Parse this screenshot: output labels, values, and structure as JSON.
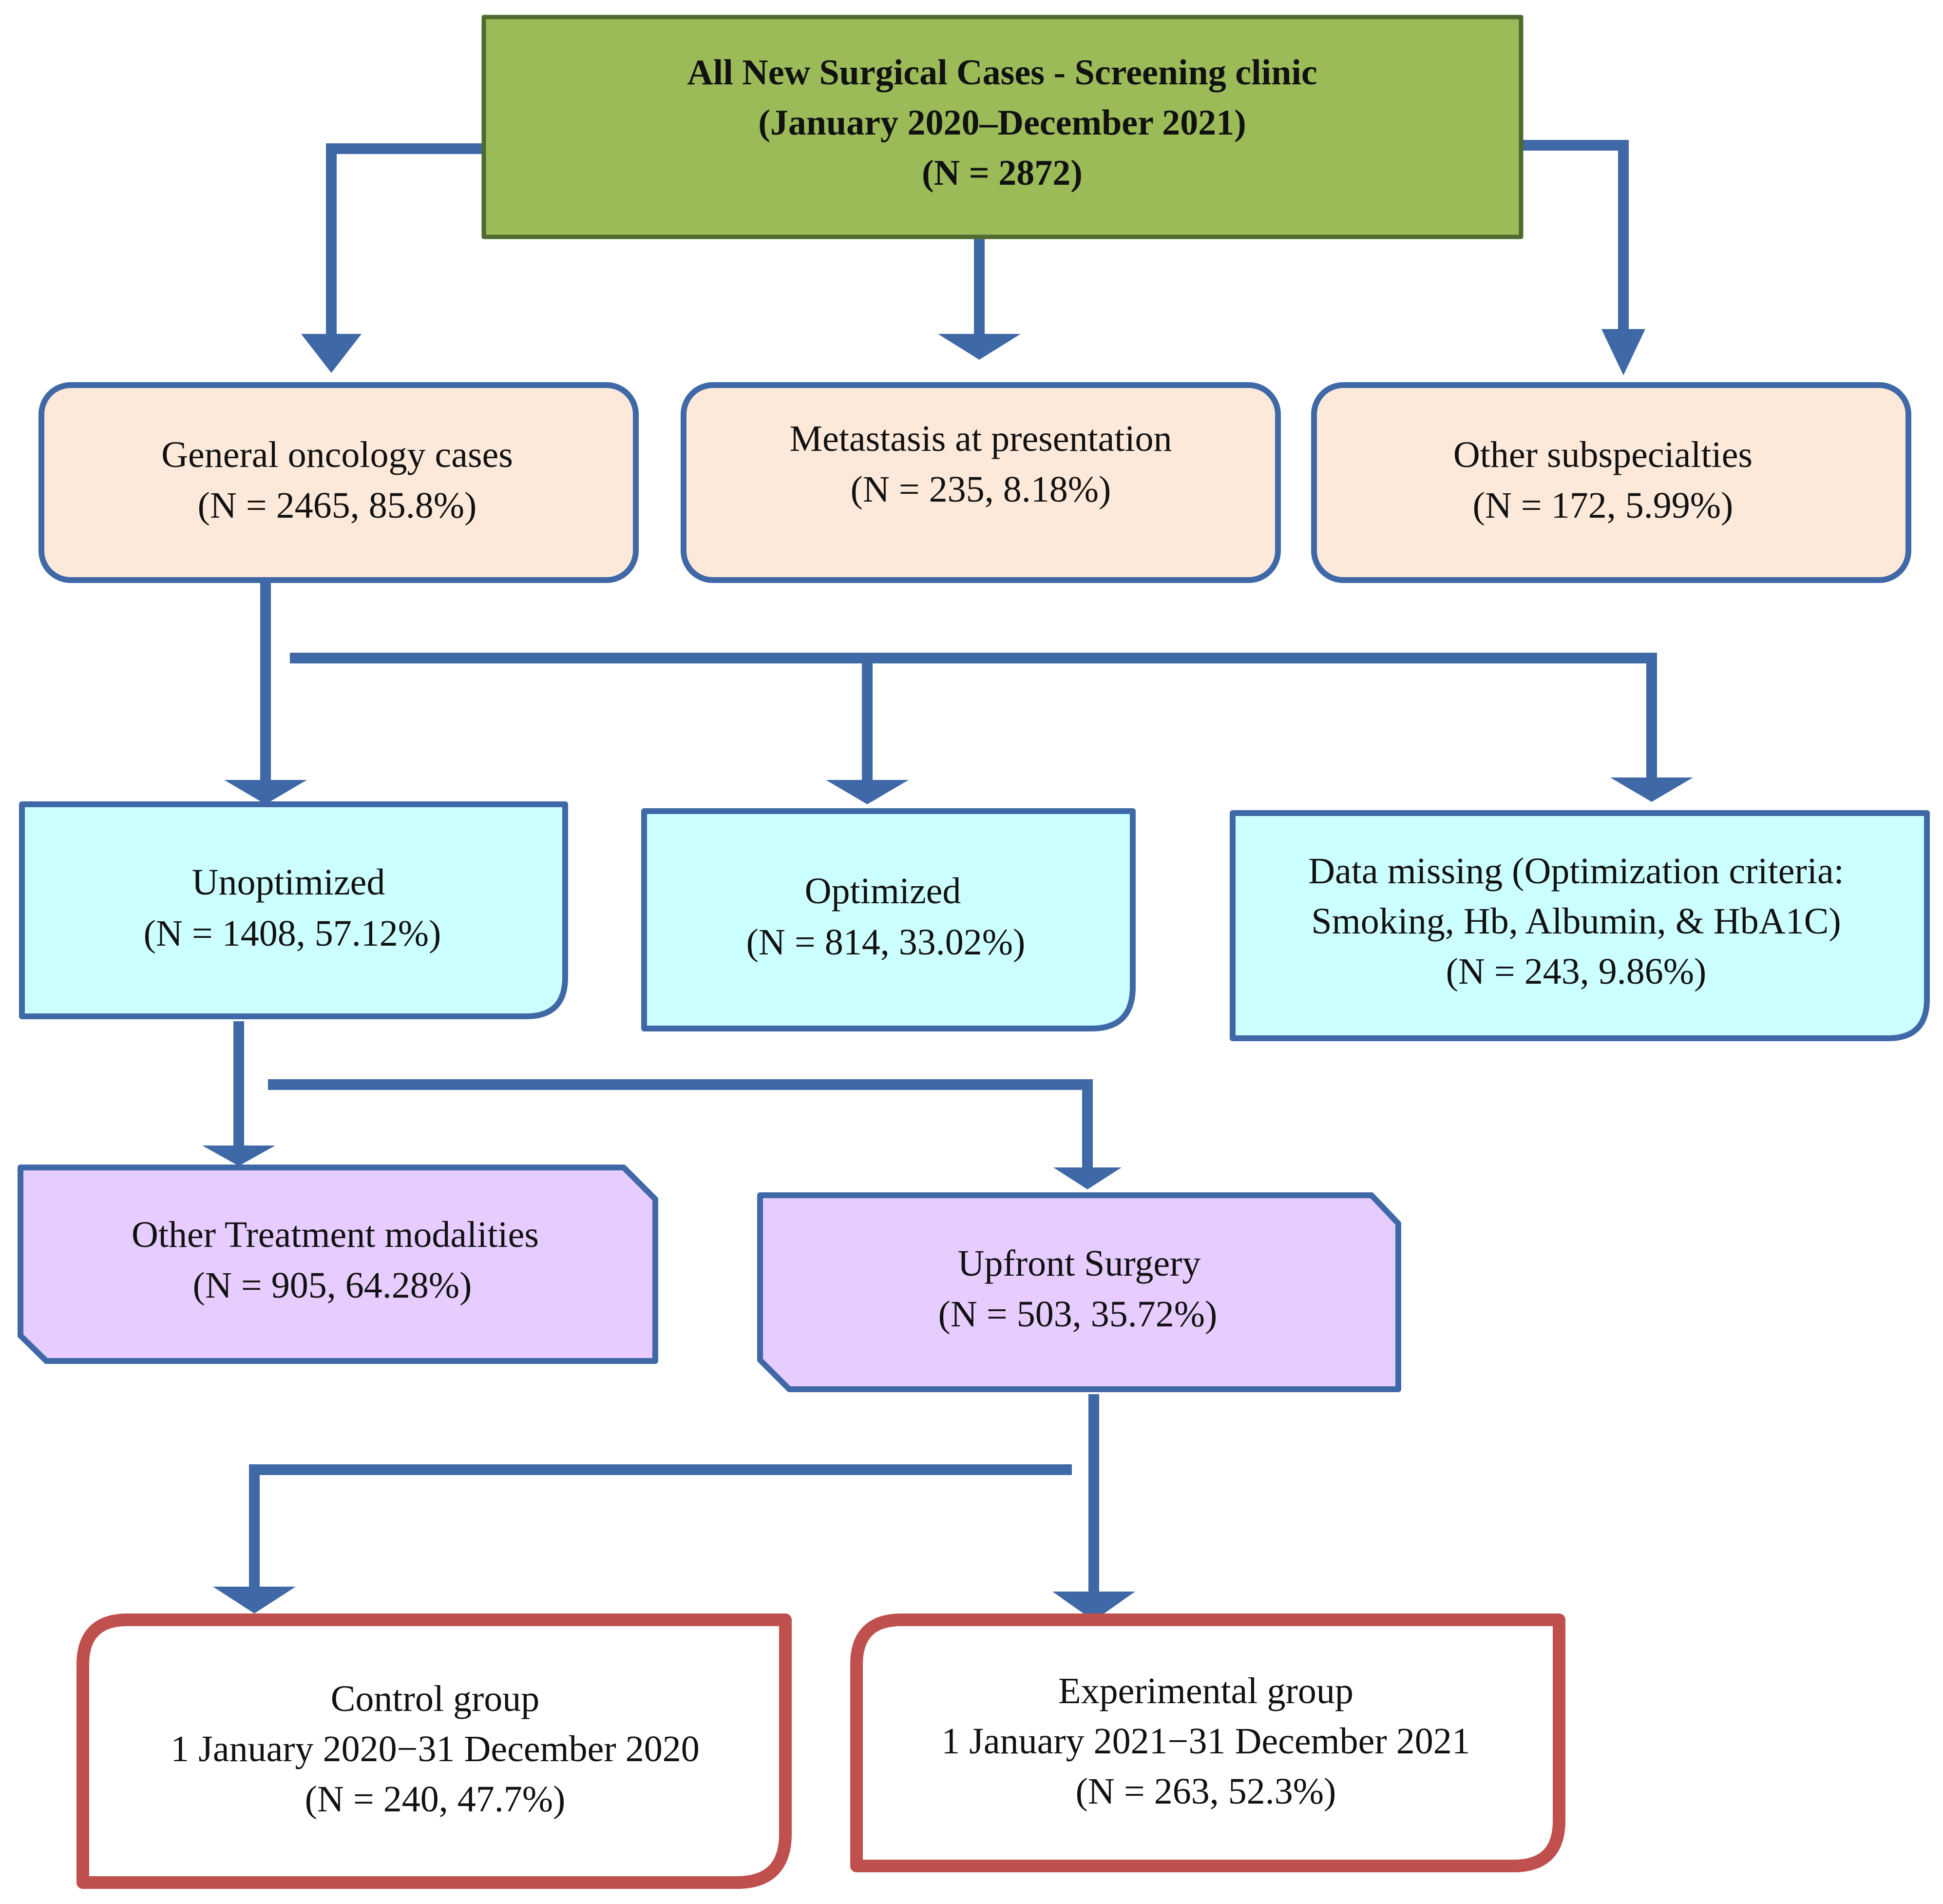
{
  "colors": {
    "connector": "#3F68A6",
    "root_fill": "#9BBB59",
    "root_stroke": "#4F6A2E",
    "tier1_fill": "#FDE9D9",
    "tier1_stroke": "#3F68A6",
    "tier2_fill": "#CCFFFF",
    "tier2_stroke": "#3F68A6",
    "tier3_fill": "#E6CCFF",
    "tier3_stroke": "#3F68A6",
    "tier4_fill": "#FFFFFF",
    "tier4_stroke": "#C0504D"
  },
  "root": {
    "line1": "All New Surgical Cases  - Screening clinic",
    "line2": "(January 2020–December 2021)",
    "line3": "(N = 2872)"
  },
  "general_oncology": {
    "line1": "General oncology cases",
    "line2": "(N = 2465, 85.8%)"
  },
  "metastasis": {
    "line1": "Metastasis at presentation",
    "line2": "(N = 235, 8.18%)"
  },
  "other_subspecialties": {
    "line1": "Other subspecialties",
    "line2": "(N = 172, 5.99%)"
  },
  "unoptimized": {
    "line1": "Unoptimized",
    "line2": "(N = 1408, 57.12%)"
  },
  "optimized": {
    "line1": "Optimized",
    "line2": "(N = 814, 33.02%)"
  },
  "data_missing": {
    "line1": "Data missing (Optimization criteria:",
    "line2": "Smoking, Hb, Albumin, & HbA1C)",
    "line3": "(N = 243, 9.86%)"
  },
  "other_treatment": {
    "line1": "Other Treatment modalities",
    "line2": "(N = 905, 64.28%)"
  },
  "upfront_surgery": {
    "line1": "Upfront Surgery",
    "line2": "(N = 503, 35.72%)"
  },
  "control_group": {
    "line1": "Control group",
    "line2": "1 January 2020−31 December 2020",
    "line3": "(N = 240, 47.7%)"
  },
  "experimental_group": {
    "line1": "Experimental group",
    "line2": "1 January 2021−31 December 2021",
    "line3": "(N = 263, 52.3%)"
  }
}
